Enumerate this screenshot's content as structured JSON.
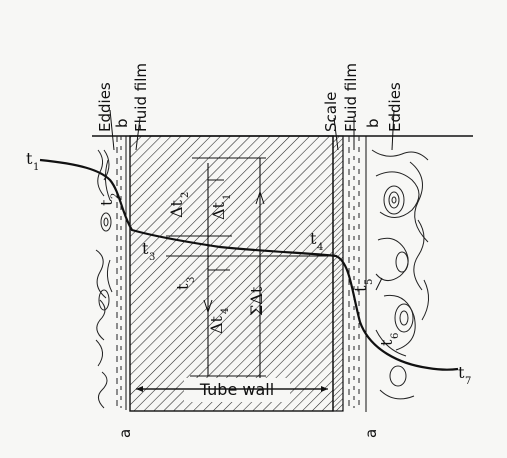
{
  "labels": {
    "eddies_left": "Eddies",
    "b_left": "b",
    "fluid_film_left": "Fluid film",
    "scale": "Scale",
    "fluid_film_right": "Fluid film",
    "b_right": "b",
    "eddies_right": "Eddies",
    "a_left": "a",
    "a_right": "a",
    "tube_wall": "Tube wall",
    "t1": "t",
    "t1_sub": "1",
    "t2": "t",
    "t2_sub": "2",
    "t3a": "t",
    "t3a_sub": "3",
    "t3b": "t",
    "t3b_sub": "3",
    "t4": "t",
    "t4_sub": "4",
    "t5": "t",
    "t5_sub": "5",
    "t6": "t",
    "t6_sub": "6",
    "t7": "t",
    "t7_sub": "7",
    "dt2": "Δt",
    "dt2_sub": "2",
    "dt1": "Δt",
    "dt1_sub": "1",
    "dt4": "Δt",
    "dt4_sub": "4",
    "sdt": "ΣΔt"
  },
  "colors": {
    "ink": "#111111",
    "paper": "#f7f7f5"
  }
}
